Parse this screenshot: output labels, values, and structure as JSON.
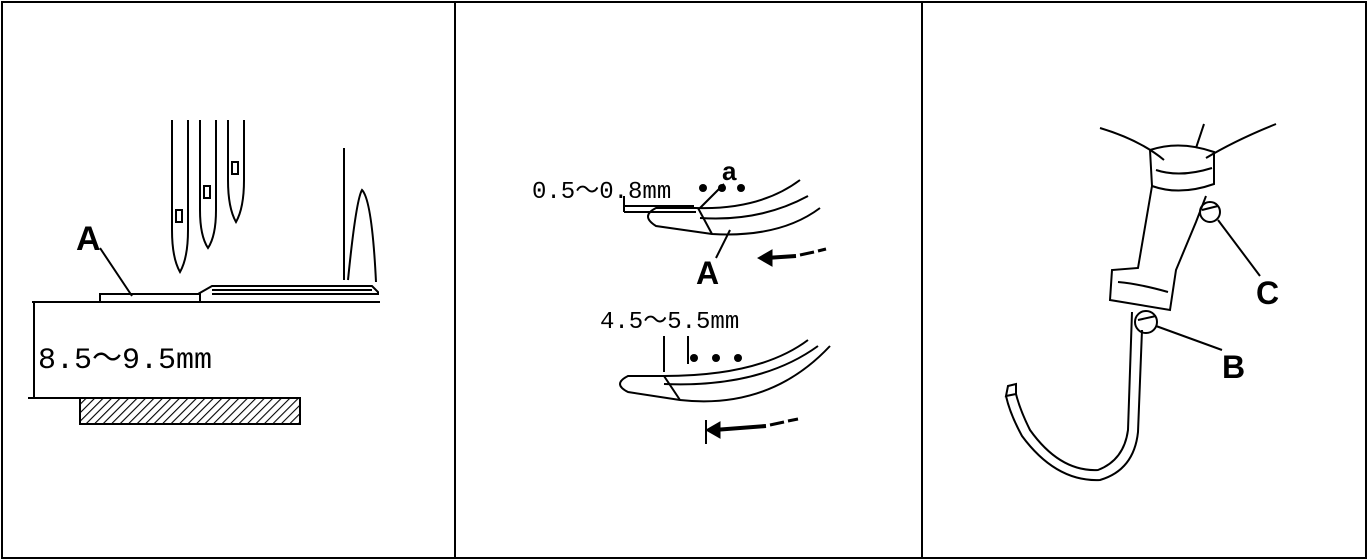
{
  "panels": [
    {
      "id": "left",
      "labels": {
        "part": "A",
        "dimension": "8.5～9.5mm"
      }
    },
    {
      "id": "middle",
      "labels": {
        "point": "a",
        "top_dimension": "0.5～0.8mm",
        "part": "A",
        "bottom_dimension": "4.5～5.5mm"
      }
    },
    {
      "id": "right",
      "labels": {
        "screw_c": "C",
        "screw_b": "B"
      }
    }
  ],
  "colors": {
    "line": "#000000",
    "background": "#ffffff"
  }
}
